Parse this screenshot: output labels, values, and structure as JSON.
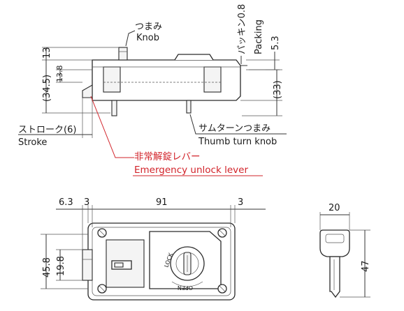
{
  "labels": {
    "knob_jp": "つまみ",
    "knob_en": "Knob",
    "packing_jp": "パッキン0.8",
    "packing_en": "Packing",
    "stroke_jp": "ストローク(6)",
    "stroke_en": "Stroke",
    "thumb_jp": "サムターンつまみ",
    "thumb_en": "Thumb turn knob",
    "emergency_jp": "非常解錠レバー",
    "emergency_en": "Emergency unlock lever",
    "lock": "LOCK",
    "open": "OPEN"
  },
  "dimensions": {
    "side_13": "13",
    "side_13_8": "13.8",
    "side_34_5": "(34.5)",
    "side_5_3": "5.3",
    "side_33": "(33)",
    "front_6_3": "6.3",
    "front_3_left": "3",
    "front_91": "91",
    "front_3_right": "3",
    "front_45_8": "45.8",
    "front_19_8": "19.8",
    "key_20": "20",
    "key_47": "47"
  },
  "colors": {
    "emphasis": "#d2232a",
    "line": "#333333"
  }
}
